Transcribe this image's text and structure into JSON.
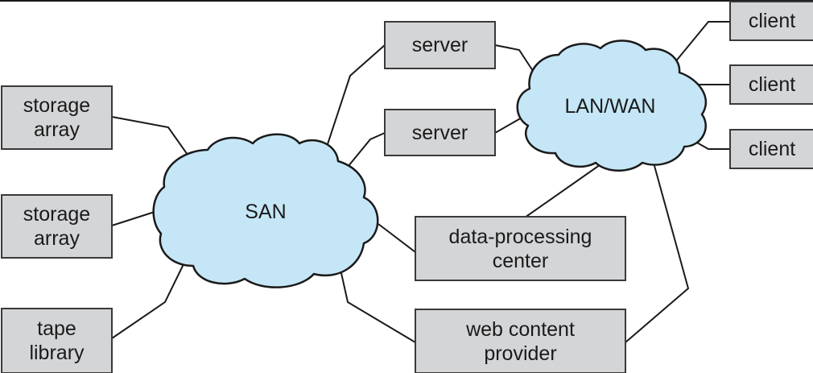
{
  "networks": {
    "san": "SAN",
    "lan_wan": "LAN/WAN"
  },
  "devices": {
    "storage_array_1": [
      "storage",
      "array"
    ],
    "storage_array_2": [
      "storage",
      "array"
    ],
    "tape_library": [
      "tape",
      "library"
    ],
    "server_1": "server",
    "server_2": "server",
    "data_processing_center": [
      "data-processing",
      "center"
    ],
    "web_content_provider": [
      "web content",
      "provider"
    ],
    "client_1": "client",
    "client_2": "client",
    "client_3": "client"
  },
  "colors": {
    "cloud_fill": "#c5e6f6",
    "box_fill": "#d4d5d7",
    "outline": "#1a1a1a"
  }
}
